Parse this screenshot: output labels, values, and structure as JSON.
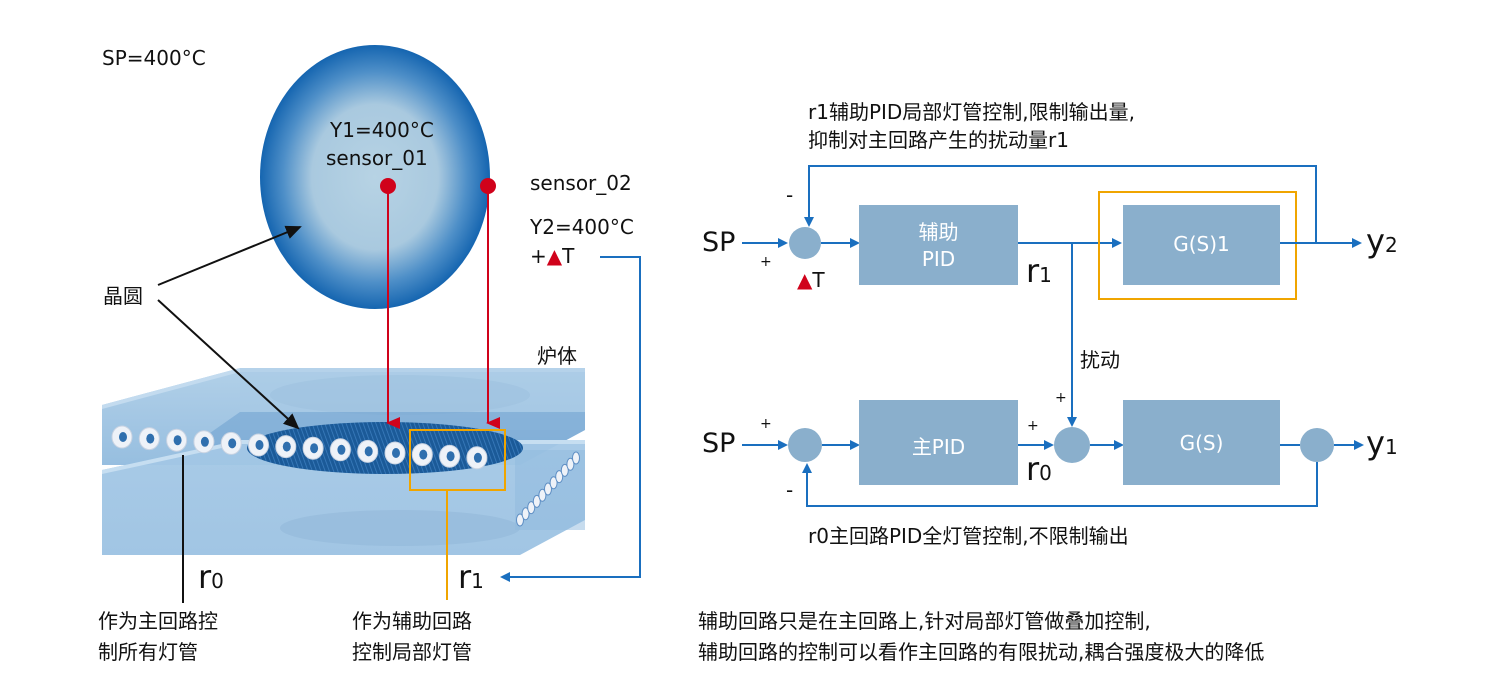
{
  "left": {
    "setpoint": "SP=400°C",
    "wafer_center_temp": "Y1=400°C",
    "sensor1": "sensor_01",
    "sensor2": "sensor_02",
    "wafer_edge_temp": "Y2=400°C",
    "delta_prefix": "+",
    "delta_symbol": "▲",
    "delta_suffix": "T",
    "wafer_label": "晶圆",
    "furnace_label": "炉体",
    "r0_main": "r",
    "r0_sub": "0",
    "r1_main": "r",
    "r1_sub": "1",
    "r0_desc_line1": "作为主回路控",
    "r0_desc_line2": "制所有灯管",
    "r1_desc_line1": "作为辅助回路",
    "r1_desc_line2": "控制局部灯管",
    "lamp_count_front": 14
  },
  "right": {
    "top_note_line1": "r1辅助PID局部灯管控制,限制输出量,",
    "top_note_line2": "抑制对主回路产生的扰动量r1",
    "aux_loop": {
      "input": "SP",
      "plus": "+",
      "minus": "-",
      "delta_symbol": "▲",
      "delta_suffix": "T",
      "controller_line1": "辅助",
      "controller_line2": "PID",
      "signal_main": "r",
      "signal_sub": "1",
      "plant": "G(S)1",
      "output_main": "y",
      "output_sub": "2"
    },
    "disturbance_label": "扰动",
    "main_loop": {
      "input": "SP",
      "plus": "+",
      "minus": "-",
      "disturbance_plus": "+",
      "signal_plus": "+",
      "controller": "主PID",
      "signal_main": "r",
      "signal_sub": "0",
      "plant": "G(S)",
      "output_main": "y",
      "output_sub": "1"
    },
    "bottom_note": "r0主回路PID全灯管控制,不限制输出",
    "summary_line1": "辅助回路只是在主回路上,针对局部灯管做叠加控制,",
    "summary_line2": "辅助回路的控制可以看作主回路的有限扰动,耦合强度极大的降低"
  },
  "colors": {
    "flow_blue": "#1a6fbf",
    "block_fill": "#8aafcc",
    "highlight_orange": "#f0a500",
    "sensor_red": "#d0021b"
  }
}
